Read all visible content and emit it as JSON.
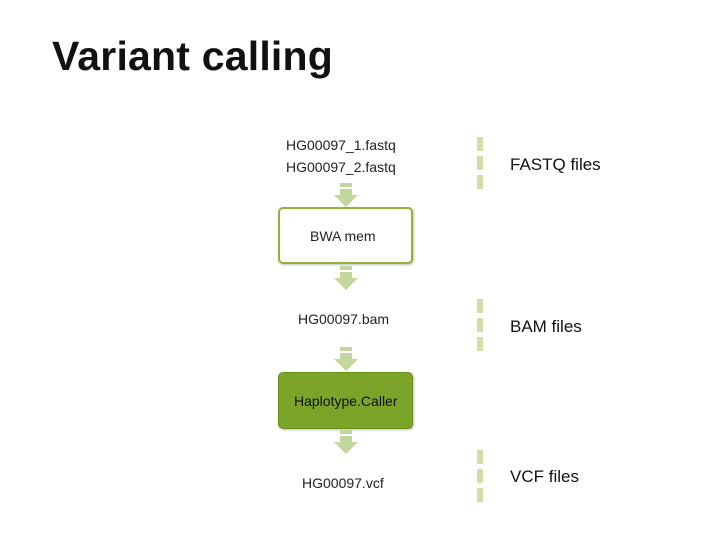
{
  "title": "Variant calling",
  "pipeline": {
    "input_files": [
      "HG00097_1.fastq",
      "HG00097_2.fastq"
    ],
    "step1": "BWA mem",
    "intermediate_file": "HG00097.bam",
    "step2": "Haplotype.Caller",
    "output_file": "HG00097.vcf"
  },
  "file_types": {
    "fastq": "FASTQ files",
    "bam": "BAM files",
    "vcf": "VCF files"
  },
  "colors": {
    "accent": "#8fb43a",
    "step_filled": "#7ba428",
    "arrow": "#c3d69b",
    "separator": "#cfe0a5"
  }
}
